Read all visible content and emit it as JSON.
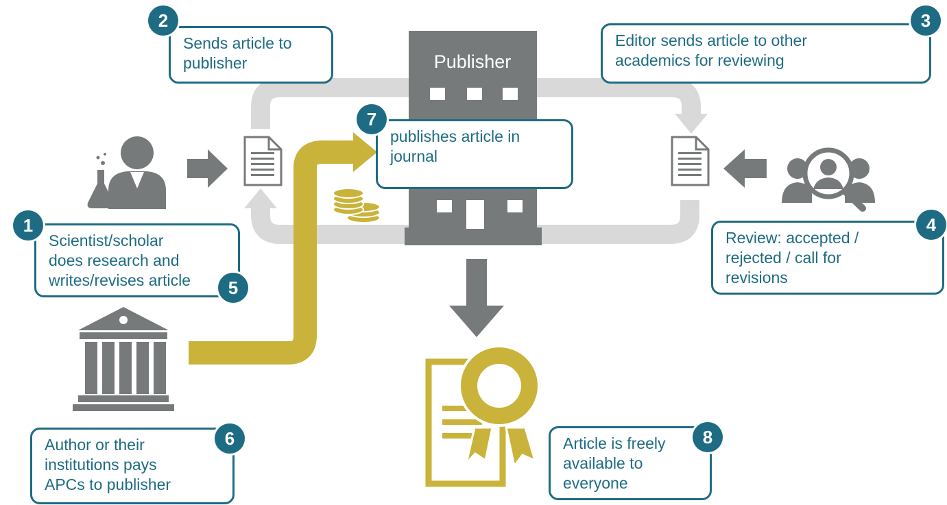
{
  "colors": {
    "teal": "#1e6b84",
    "gray_dark": "#777a7b",
    "gray_light": "#d9d9d9",
    "gold": "#c9b33a",
    "white": "#ffffff"
  },
  "publisher": {
    "label": "Publisher"
  },
  "steps": [
    {
      "number": "1",
      "text": "Scientist/scholar\ndoes research and\nwrites/revises article"
    },
    {
      "number": "2",
      "text": "Sends article to\npublisher"
    },
    {
      "number": "3",
      "text": "Editor sends article to other\nacademics for reviewing"
    },
    {
      "number": "4",
      "text": "Review: accepted /\nrejected / call for\nrevisions"
    },
    {
      "number": "5"
    },
    {
      "number": "6",
      "text": "Author or their\ninstitutions pays\nAPCs to publisher"
    },
    {
      "number": "7",
      "text": "publishes article in\njournal"
    },
    {
      "number": "8",
      "text": "Article is freely\navailable to\neveryone"
    }
  ],
  "icons": {
    "scientist": "scientist-icon",
    "reviewers": "reviewers-magnifier-icon",
    "institution": "institution-building-icon",
    "coins": "coins-icon",
    "certificate": "certificate-icon",
    "document": "document-icon"
  }
}
